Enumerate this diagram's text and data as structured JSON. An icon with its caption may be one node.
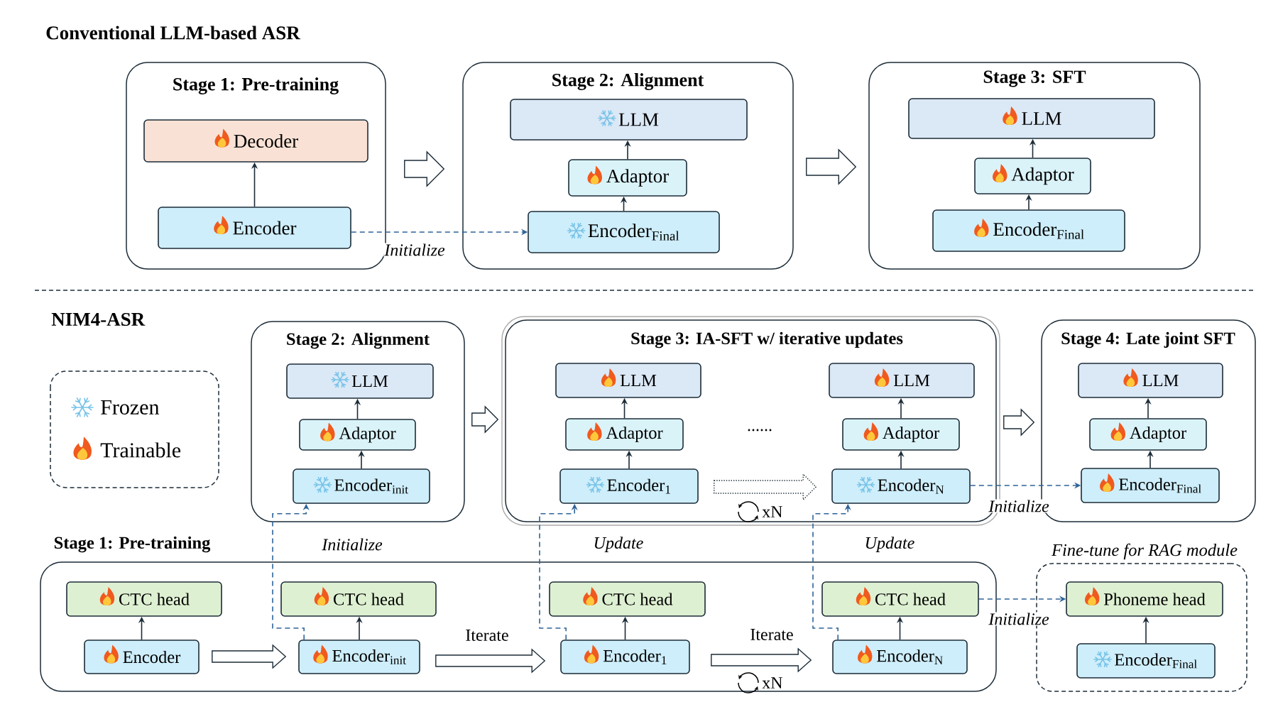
{
  "diagram": {
    "nodes": [
      {
        "text": [
          "Stage 1: Pre-training"
        ]
      },
      {
        "text": [
          "Decoder"
        ],
        "in": 0
      },
      {
        "text": [
          "Encoder"
        ],
        "in": 0
      },
      {
        "text": [
          "Stage 2: Alignment"
        ]
      },
      {
        "text": [
          "LLM"
        ],
        "in": 3
      },
      {
        "text": [
          "Adaptor"
        ],
        "in": 3
      },
      {
        "text": [
          "Encoder$_{Final}$"
        ],
        "in": 3
      },
      {
        "text": [
          "Stage 3: SFT"
        ]
      },
      {
        "text": [
          "LLM"
        ],
        "in": 7
      },
      {
        "text": [
          "Adaptor"
        ],
        "in": 7
      },
      {
        "text": [
          "Encoder$_{Final}$"
        ],
        "in": 7
      },
      {
        "text": [
          "Stage 2: Alignment"
        ]
      },
      {
        "text": [
          "LLM"
        ],
        "in": 11
      },
      {
        "text": [
          "Adaptor"
        ],
        "in": 11
      },
      {
        "text": [
          "Encoder$_{init}$"
        ],
        "in": 11
      },
      {
        "text": [
          "Stage 3: IA-SFT w/ iterative updates"
        ]
      },
      {
        "text": [
          "LLM"
        ],
        "in": 15
      },
      {
        "text": [
          "Adaptor"
        ],
        "in": 15
      },
      {
        "text": [
          "Encoder$_{1}$"
        ],
        "in": 15
      },
      {
        "text": [
          "LLM"
        ],
        "in": 15
      },
      {
        "text": [
          "Adaptor"
        ],
        "in": 15
      },
      {
        "text": [
          "Encoder$_{N}$"
        ],
        "in": 15
      },
      {
        "text": [
          "Stage 4: Late joint SFT"
        ]
      },
      {
        "text": [
          "LLM"
        ],
        "in": 22
      },
      {
        "text": [
          "Adaptor"
        ],
        "in": 22
      },
      {
        "text": [
          "Encoder$_{Final}$"
        ],
        "in": 22
      },
      {
        "text": [
          "Stage 1: Pre-training"
        ]
      },
      {
        "text": [
          "CTC head"
        ],
        "in": 26
      },
      {
        "text": [
          "Encoder"
        ],
        "in": 26
      },
      {
        "text": [
          "CTC head"
        ],
        "in": 26
      },
      {
        "text": [
          "Encoder$_{init}$"
        ],
        "in": 26
      },
      {
        "text": [
          "CTC head"
        ],
        "in": 26
      },
      {
        "text": [
          "Encoder$_{1}$"
        ],
        "in": 26
      },
      {
        "text": [
          "CTC head"
        ],
        "in": 26
      },
      {
        "text": [
          "Encoder$_{N}$"
        ],
        "in": 26
      },
      {
        "text": [
          "Fine-tune for RAG module"
        ]
      },
      {
        "text": [
          "Phoneme head"
        ],
        "in": 35
      },
      {
        "text": [
          "Encoder$_{Final}$"
        ],
        "in": 35
      }
    ],
    "edges": [
      {
        "from": 2,
        "to": 1,
        "arrow": "to"
      },
      {
        "from": 0,
        "to": 3,
        "arrow": "to"
      },
      {
        "from": 3,
        "to": 7,
        "arrow": "to"
      },
      {
        "from": 2,
        "to": 6,
        "arrow": "to",
        "label": "Initialize",
        "style": "dashed",
        "color": "#2e6398"
      },
      {
        "from": 5,
        "to": 4,
        "arrow": "to"
      },
      {
        "from": 6,
        "to": 5,
        "arrow": "to"
      },
      {
        "from": 9,
        "to": 8,
        "arrow": "to"
      },
      {
        "from": 10,
        "to": 9,
        "arrow": "to"
      },
      {
        "from": 13,
        "to": 12,
        "arrow": "to"
      },
      {
        "from": 14,
        "to": 13,
        "arrow": "to"
      },
      {
        "from": 11,
        "to": 15,
        "arrow": "to"
      },
      {
        "from": 17,
        "to": 16,
        "arrow": "to"
      },
      {
        "from": 18,
        "to": 17,
        "arrow": "to"
      },
      {
        "from": 20,
        "to": 19,
        "arrow": "to"
      },
      {
        "from": 21,
        "to": 20,
        "arrow": "to"
      },
      {
        "from": 18,
        "to": 21,
        "arrow": "to",
        "style": "dashed"
      },
      {
        "from": 15,
        "to": 22,
        "arrow": "to"
      },
      {
        "from": 24,
        "to": 23,
        "arrow": "to"
      },
      {
        "from": 25,
        "to": 24,
        "arrow": "to"
      },
      {
        "from": 21,
        "to": 25,
        "arrow": "to",
        "label": "Initialize",
        "style": "dashed",
        "color": "#2e6398"
      },
      {
        "from": 28,
        "to": 27,
        "arrow": "to"
      },
      {
        "from": 28,
        "to": 30,
        "arrow": "to"
      },
      {
        "from": 30,
        "to": 29,
        "arrow": "to"
      },
      {
        "from": 30,
        "to": 32,
        "arrow": "to",
        "label": "Iterate"
      },
      {
        "from": 32,
        "to": 31,
        "arrow": "to"
      },
      {
        "from": 32,
        "to": 34,
        "arrow": "to",
        "label": "Iterate"
      },
      {
        "from": 34,
        "to": 33,
        "arrow": "to"
      },
      {
        "from": 30,
        "to": 14,
        "arrow": "to",
        "label": "Initialize",
        "style": "dashed",
        "color": "#2e6398"
      },
      {
        "from": 32,
        "to": 18,
        "arrow": "to",
        "label": "Update",
        "style": "dashed",
        "color": "#2e6398"
      },
      {
        "from": 34,
        "to": 21,
        "arrow": "to",
        "label": "Update",
        "style": "dashed",
        "color": "#2e6398"
      },
      {
        "from": 33,
        "to": 36,
        "arrow": "to",
        "label": "Initialize",
        "style": "dashed",
        "color": "#2e6398"
      },
      {
        "from": 37,
        "to": 36,
        "arrow": "to"
      }
    ],
    "labels": [
      "Conventional LLM-based ASR",
      "NIM4-ASR",
      "......",
      "xN",
      "xN"
    ],
    "legend": [
      {
        "text": "Frozen"
      },
      {
        "text": "Trainable"
      }
    ]
  }
}
